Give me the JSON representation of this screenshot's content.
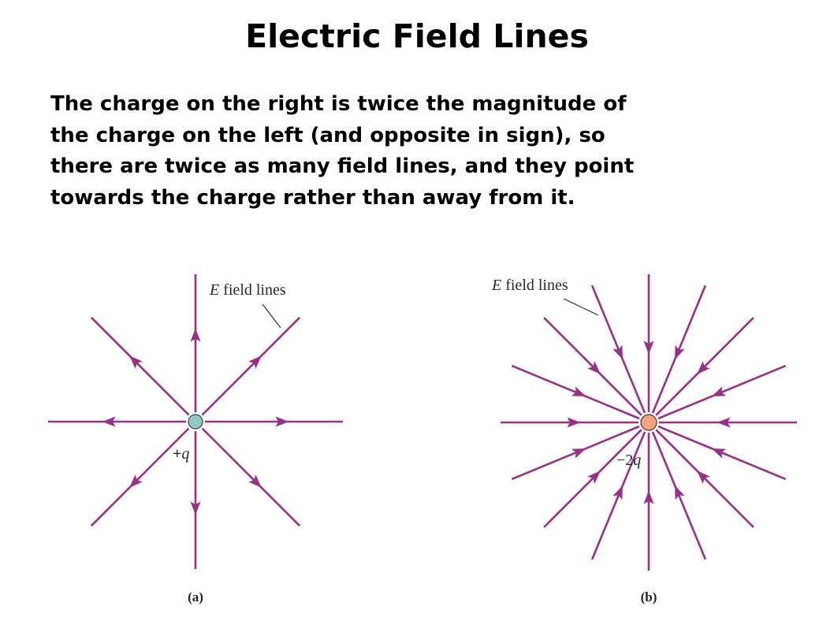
{
  "title": "Electric Field Lines",
  "description_lines": [
    "The charge on the right is twice the magnitude of",
    "the charge on the left (and opposite in sign), so",
    "there are twice as many field lines, and they point",
    "towards the charge rather than away from it."
  ],
  "panels": [
    {
      "id": "a",
      "sublabel": "(a)",
      "charge_label_sign": "+",
      "charge_label_var": "q",
      "charge_color": "#8fcbc4",
      "field_label_var": "E",
      "field_label_rest": " field lines",
      "line_count": 8,
      "direction": "outward"
    },
    {
      "id": "b",
      "sublabel": "(b)",
      "charge_label_sign": "−2",
      "charge_label_var": "q",
      "charge_color": "#f7a27a",
      "field_label_var": "E",
      "field_label_rest": " field lines",
      "line_count": 16,
      "direction": "inward"
    }
  ],
  "colors": {
    "field_line": "#9b2f86",
    "charge_stroke": "#3a3a3a",
    "text": "#000000"
  }
}
